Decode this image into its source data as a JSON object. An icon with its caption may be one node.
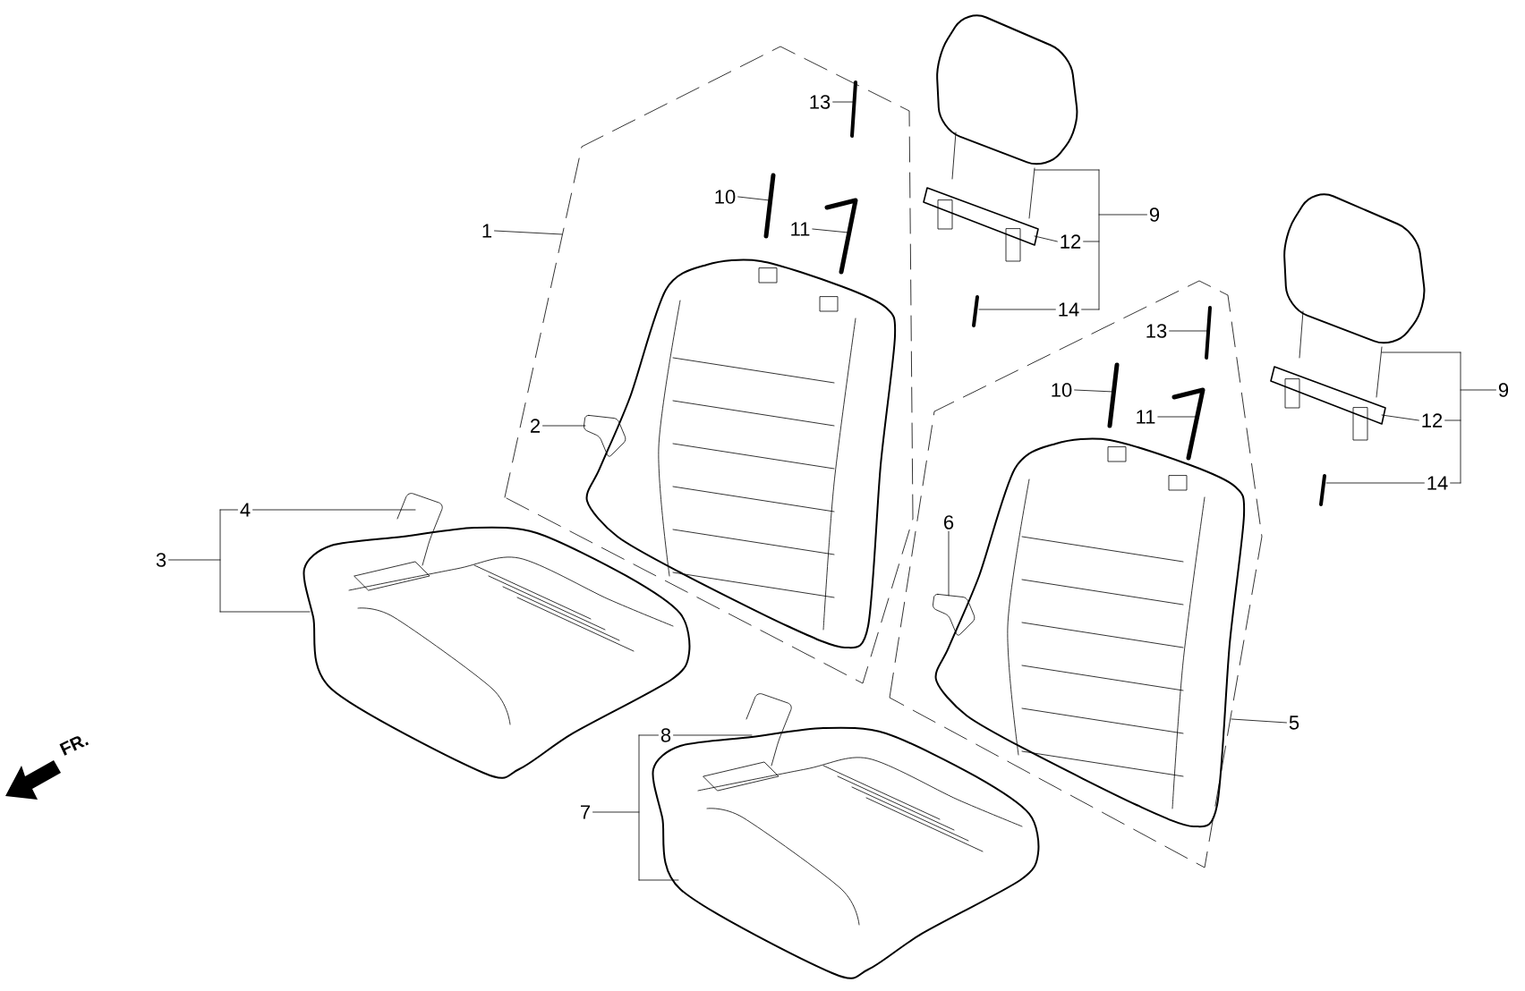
{
  "diagram": {
    "nodes": [
      {
        "text": [
          "13"
        ],
        "in": 20
      },
      {
        "text": [
          "9"
        ]
      },
      {
        "text": [
          "10"
        ],
        "in": 20
      },
      {
        "text": [
          "12"
        ]
      },
      {
        "text": [
          "11"
        ],
        "in": 20
      },
      {
        "text": [
          "1"
        ]
      },
      {
        "text": [
          "14"
        ]
      },
      {
        "text": [
          "13"
        ],
        "in": 21
      },
      {
        "text": [
          "9"
        ]
      },
      {
        "text": [
          "10"
        ],
        "in": 21
      },
      {
        "text": [
          "11"
        ],
        "in": 21
      },
      {
        "text": [
          "12"
        ]
      },
      {
        "text": [
          "2"
        ],
        "in": 20
      },
      {
        "text": [
          "14"
        ]
      },
      {
        "text": [
          "4"
        ]
      },
      {
        "text": [
          "6"
        ],
        "in": 21
      },
      {
        "text": [
          "3"
        ]
      },
      {
        "text": [
          "5"
        ]
      },
      {
        "text": [
          "8"
        ]
      },
      {
        "text": [
          "7"
        ]
      },
      {
        "text": [],
        "shape": "polygon"
      },
      {
        "text": [],
        "shape": "polygon"
      },
      {
        "text": [],
        "shape": "picture",
        "in": 20
      },
      {
        "text": [],
        "shape": "picture",
        "in": 21
      },
      {
        "text": [],
        "shape": "picture",
        "in": 20
      },
      {
        "text": [],
        "shape": "picture",
        "in": 21
      },
      {
        "text": [],
        "shape": "picture",
        "in": 20
      },
      {
        "text": [],
        "shape": "picture",
        "in": 20
      },
      {
        "text": [],
        "shape": "picture",
        "in": 20
      },
      {
        "text": [],
        "shape": "picture",
        "in": 21
      },
      {
        "text": [],
        "shape": "picture",
        "in": 21
      },
      {
        "text": [],
        "shape": "picture",
        "in": 21
      },
      {
        "text": [],
        "shape": "picture"
      },
      {
        "text": [],
        "shape": "picture"
      },
      {
        "text": [],
        "shape": "picture"
      },
      {
        "text": [],
        "shape": "picture"
      },
      {
        "text": [],
        "shape": "picture"
      },
      {
        "text": [],
        "shape": "picture"
      },
      {
        "text": [],
        "shape": "bracket"
      },
      {
        "text": [],
        "shape": "bracket"
      },
      {
        "text": [],
        "shape": "picture"
      },
      {
        "text": [],
        "shape": "picture"
      },
      {
        "text": [],
        "shape": "picture"
      },
      {
        "text": [],
        "shape": "picture"
      },
      {
        "text": [],
        "shape": "bracket"
      },
      {
        "text": [],
        "shape": "bracket"
      }
    ],
    "edges": [
      {
        "from": 0,
        "to": 26,
        "arrow": "none"
      },
      {
        "from": 1,
        "to": 38,
        "arrow": "none"
      },
      {
        "from": 2,
        "to": 27,
        "arrow": "none"
      },
      {
        "from": 3,
        "to": 33,
        "arrow": "none"
      },
      {
        "from": 4,
        "to": 28,
        "arrow": "none"
      },
      {
        "from": 5,
        "to": 20,
        "arrow": "none"
      },
      {
        "from": 6,
        "to": 34,
        "arrow": "none"
      },
      {
        "from": 7,
        "to": 29,
        "arrow": "none"
      },
      {
        "from": 8,
        "to": 39,
        "arrow": "none"
      },
      {
        "from": 9,
        "to": 30,
        "arrow": "none"
      },
      {
        "from": 10,
        "to": 31,
        "arrow": "none"
      },
      {
        "from": 11,
        "to": 36,
        "arrow": "none"
      },
      {
        "from": 12,
        "to": 24,
        "arrow": "none"
      },
      {
        "from": 13,
        "to": 37,
        "arrow": "none"
      },
      {
        "from": 14,
        "to": 41,
        "arrow": "none"
      },
      {
        "from": 15,
        "to": 25,
        "arrow": "none"
      },
      {
        "from": 16,
        "to": 44,
        "arrow": "none"
      },
      {
        "from": 17,
        "to": 21,
        "arrow": "none"
      },
      {
        "from": 18,
        "to": 43,
        "arrow": "none"
      },
      {
        "from": 19,
        "to": 45,
        "arrow": "none"
      },
      {
        "from": 38,
        "to": 32,
        "arrow": "none"
      },
      {
        "from": 3,
        "to": 38,
        "arrow": "none"
      },
      {
        "from": 6,
        "to": 38,
        "arrow": "none"
      },
      {
        "from": 39,
        "to": 35,
        "arrow": "none"
      },
      {
        "from": 11,
        "to": 39,
        "arrow": "none"
      },
      {
        "from": 13,
        "to": 39,
        "arrow": "none"
      },
      {
        "from": 44,
        "to": 14,
        "arrow": "none"
      },
      {
        "from": 44,
        "to": 40,
        "arrow": "none"
      },
      {
        "from": 45,
        "to": 18,
        "arrow": "none"
      },
      {
        "from": 45,
        "to": 42,
        "arrow": "none"
      }
    ],
    "labels": [
      "FR."
    ]
  }
}
